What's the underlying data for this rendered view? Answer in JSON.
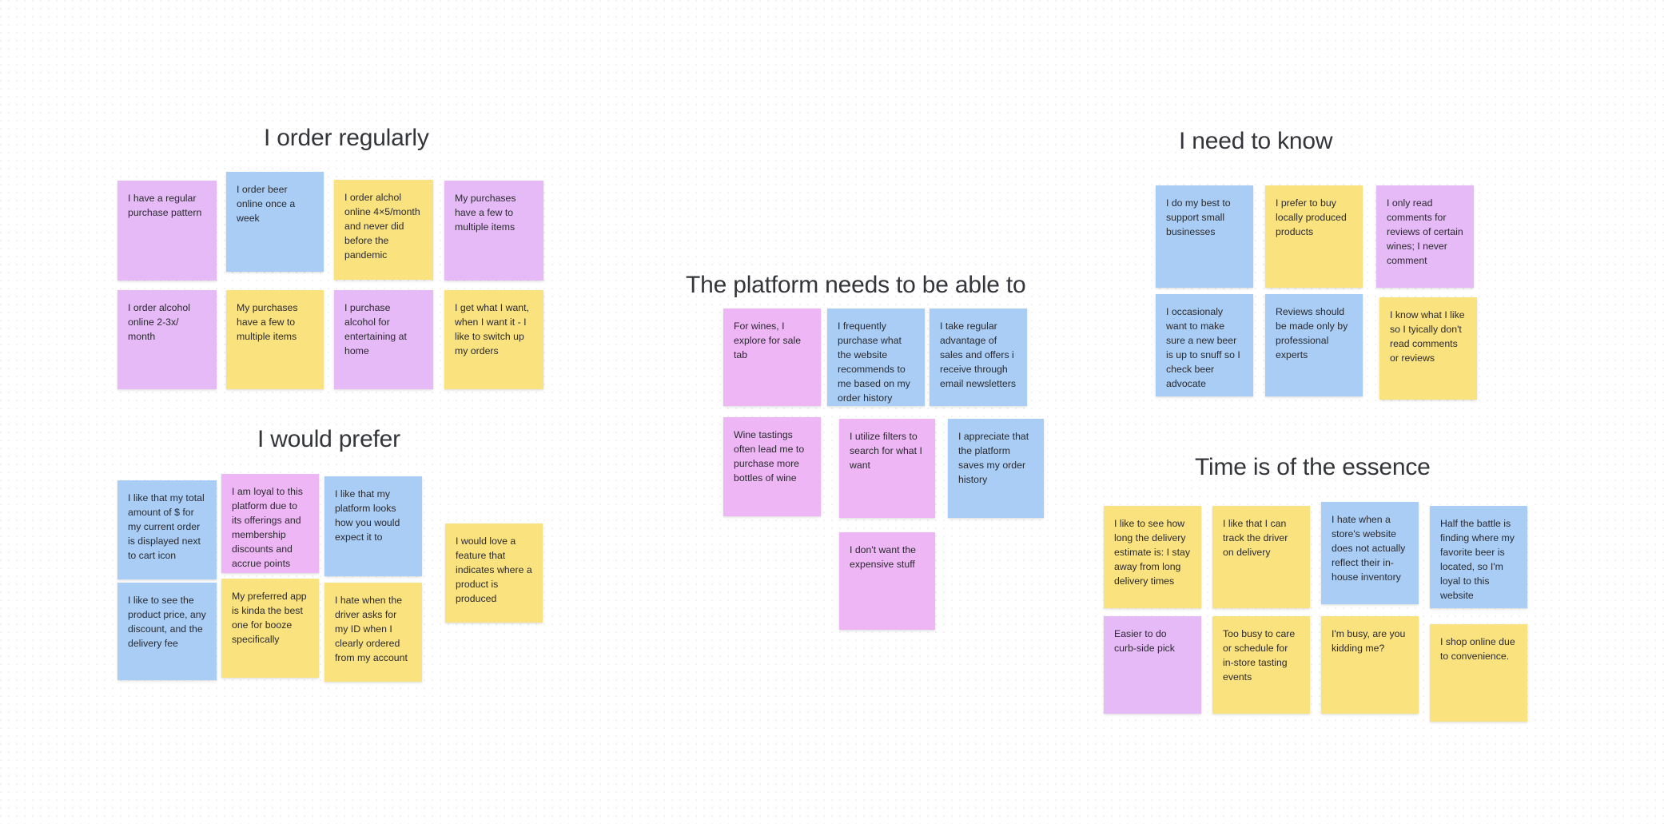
{
  "board": {
    "title": "Affinity diagram board",
    "background": "#ffffff",
    "dot_grid": true,
    "colors": {
      "purple": "#e6b9f7",
      "blue": "#a9cdf4",
      "yellow": "#fae27e",
      "pink": "#eeb6f4",
      "title_text": "#33353a",
      "note_text": "#2a2a2f"
    }
  },
  "clusters": [
    {
      "id": "i-order-regularly",
      "title": "I order regularly",
      "notes": [
        {
          "text": "I have a regular purchase pattern",
          "color": "purple"
        },
        {
          "text": "I order beer online once a week",
          "color": "blue"
        },
        {
          "text": "I order alchol online 4×5/month and never did before the pandemic",
          "color": "yellow"
        },
        {
          "text": "My purchases have a few to multiple items",
          "color": "purple"
        },
        {
          "text": "I order alcohol online 2-3x/ month",
          "color": "purple"
        },
        {
          "text": "My purchases have a few to multiple items",
          "color": "yellow"
        },
        {
          "text": "I purchase alcohol for entertaining at home",
          "color": "purple"
        },
        {
          "text": "I get what I want, when I want it - I like to switch up my orders",
          "color": "yellow"
        }
      ]
    },
    {
      "id": "i-would-prefer",
      "title": "I would prefer",
      "notes": [
        {
          "text": "I like that my total amount of $ for my current order is displayed next to cart icon",
          "color": "blue"
        },
        {
          "text": "I am loyal to this platform due to its offerings and membership discounts and accrue points",
          "color": "pink"
        },
        {
          "text": "I like that my platform looks how you would expect it to",
          "color": "blue"
        },
        {
          "text": "I would love a feature that indicates where a product is produced",
          "color": "yellow"
        },
        {
          "text": "I like to see the product price, any discount, and the delivery fee",
          "color": "blue"
        },
        {
          "text": "My preferred app is kinda the best one for booze specifically",
          "color": "yellow"
        },
        {
          "text": "I hate when the driver asks for my ID when I clearly ordered from my account",
          "color": "yellow"
        }
      ]
    },
    {
      "id": "the-platform-needs-to-be-able-to",
      "title": "The platform needs to be able to",
      "notes": [
        {
          "text": "For wines, I explore for sale tab",
          "color": "pink"
        },
        {
          "text": "I frequently purchase what the website recommends to me based on my order history",
          "color": "blue"
        },
        {
          "text": "I take regular advantage of sales and offers i receive through email newsletters",
          "color": "blue"
        },
        {
          "text": "Wine tastings often lead me to purchase more bottles of wine",
          "color": "pink"
        },
        {
          "text": "I utilize filters to search for what I want",
          "color": "pink"
        },
        {
          "text": "I appreciate that the platform saves my order history",
          "color": "blue"
        },
        {
          "text": "I don't want the expensive stuff",
          "color": "pink"
        }
      ]
    },
    {
      "id": "i-need-to-know",
      "title": "I need to know",
      "notes": [
        {
          "text": "I do my best to support small businesses",
          "color": "blue"
        },
        {
          "text": "I prefer to buy locally produced products",
          "color": "yellow"
        },
        {
          "text": "I only read comments for reviews of certain wines; I never comment",
          "color": "purple"
        },
        {
          "text": "I occasionaly want to make sure a new beer is up to snuff so I check beer advocate",
          "color": "blue"
        },
        {
          "text": "Reviews should be made only by professional experts",
          "color": "blue"
        },
        {
          "text": "I know what I like so I tyically don't read comments or reviews",
          "color": "yellow"
        }
      ]
    },
    {
      "id": "time-is-of-the-essence",
      "title": "Time is of the essence",
      "notes": [
        {
          "text": "I like to see how long the delivery estimate is: I stay away from long delivery times",
          "color": "yellow"
        },
        {
          "text": "I like that I can track the driver on delivery",
          "color": "yellow"
        },
        {
          "text": "I hate when a store's website does not actually reflect their in-house inventory",
          "color": "blue"
        },
        {
          "text": "Half the battle is finding where my favorite beer is located, so I'm loyal to this website",
          "color": "blue"
        },
        {
          "text": "Easier to do curb-side pick",
          "color": "purple"
        },
        {
          "text": "Too busy to care or schedule for in-store tasting events",
          "color": "yellow"
        },
        {
          "text": "I'm busy, are you kidding me?",
          "color": "yellow"
        },
        {
          "text": "I shop online due to convenience.",
          "color": "yellow"
        }
      ]
    }
  ]
}
